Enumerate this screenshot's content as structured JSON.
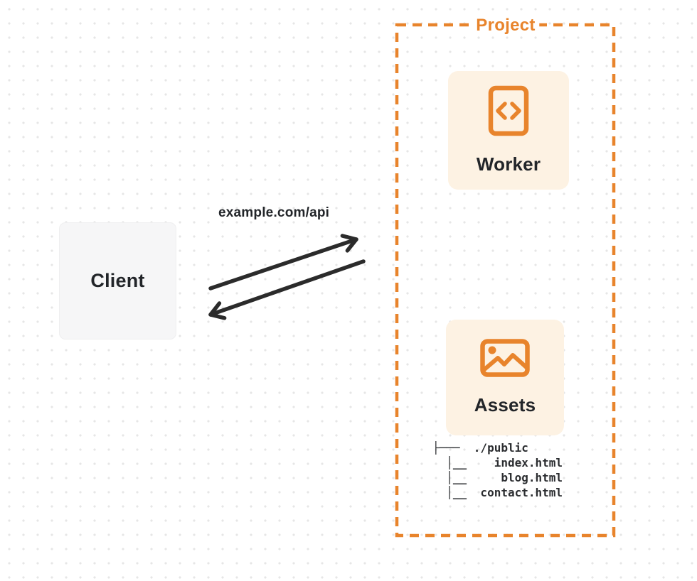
{
  "client": {
    "label": "Client"
  },
  "connection": {
    "url_label": "example.com/api",
    "request_arrow": "client-to-project",
    "response_arrow": "project-to-client"
  },
  "project": {
    "label": "Project",
    "worker": {
      "label": "Worker",
      "icon": "code-file-icon"
    },
    "assets": {
      "label": "Assets",
      "icon": "image-icon"
    },
    "file_tree": "├───  ./public\n  │__    index.html\n  │__     blog.html\n  │__  contact.html"
  },
  "colors": {
    "accent_orange": "#E8842C",
    "card_cream": "#FDF2E3",
    "arrow_dark": "#2B2B2B",
    "client_gray": "#F6F6F7",
    "text_dark": "#222529",
    "dot_grid": "#E6E6E6"
  }
}
